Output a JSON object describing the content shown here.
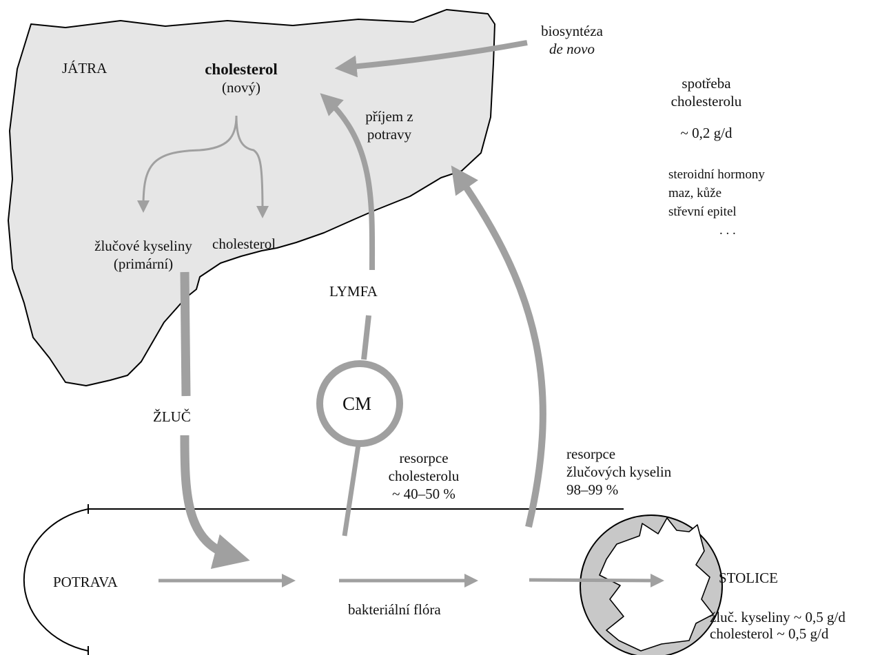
{
  "liver": {
    "title": "JÁTRA",
    "cholesterol_new": "cholesterol",
    "cholesterol_new_sub": "(nový)",
    "bile_acids": "žlučové kyseliny",
    "bile_acids_sub": "(primární)",
    "cholesterol": "cholesterol",
    "intake": "příjem z",
    "intake_2": "potravy"
  },
  "biosynthesis": {
    "line1": "biosyntéza",
    "line2": "de novo"
  },
  "consumption": {
    "line1": "spotřeba",
    "line2": "cholesterolu",
    "amount": "~ 0,2 g/d",
    "items": [
      "steroidní hormony",
      "maz, kůže",
      "střevní epitel",
      ". . ."
    ]
  },
  "labels": {
    "bile": "ŽLUČ",
    "lymph": "LYMFA",
    "cm": "CM",
    "food": "POTRAVA",
    "flora": "bakteriální flóra",
    "stool": "STOLICE"
  },
  "resorption_chol": {
    "line1": "resorpce",
    "line2": "cholesterolu",
    "value": "~ 40–50 %"
  },
  "resorption_bile": {
    "line1": "resorpce",
    "line2": "žlučových kyselin",
    "value": "98–99 %"
  },
  "excretion": {
    "bile_acids": "žluč. kyseliny ~ 0,5 g/d",
    "cholesterol": "cholesterol ~ 0,5 g/d"
  },
  "colors": {
    "liver_fill": "#e6e6e6",
    "arrow": "#a0a0a0",
    "stool_fill": "#c8c8c8",
    "outline": "#000000"
  }
}
